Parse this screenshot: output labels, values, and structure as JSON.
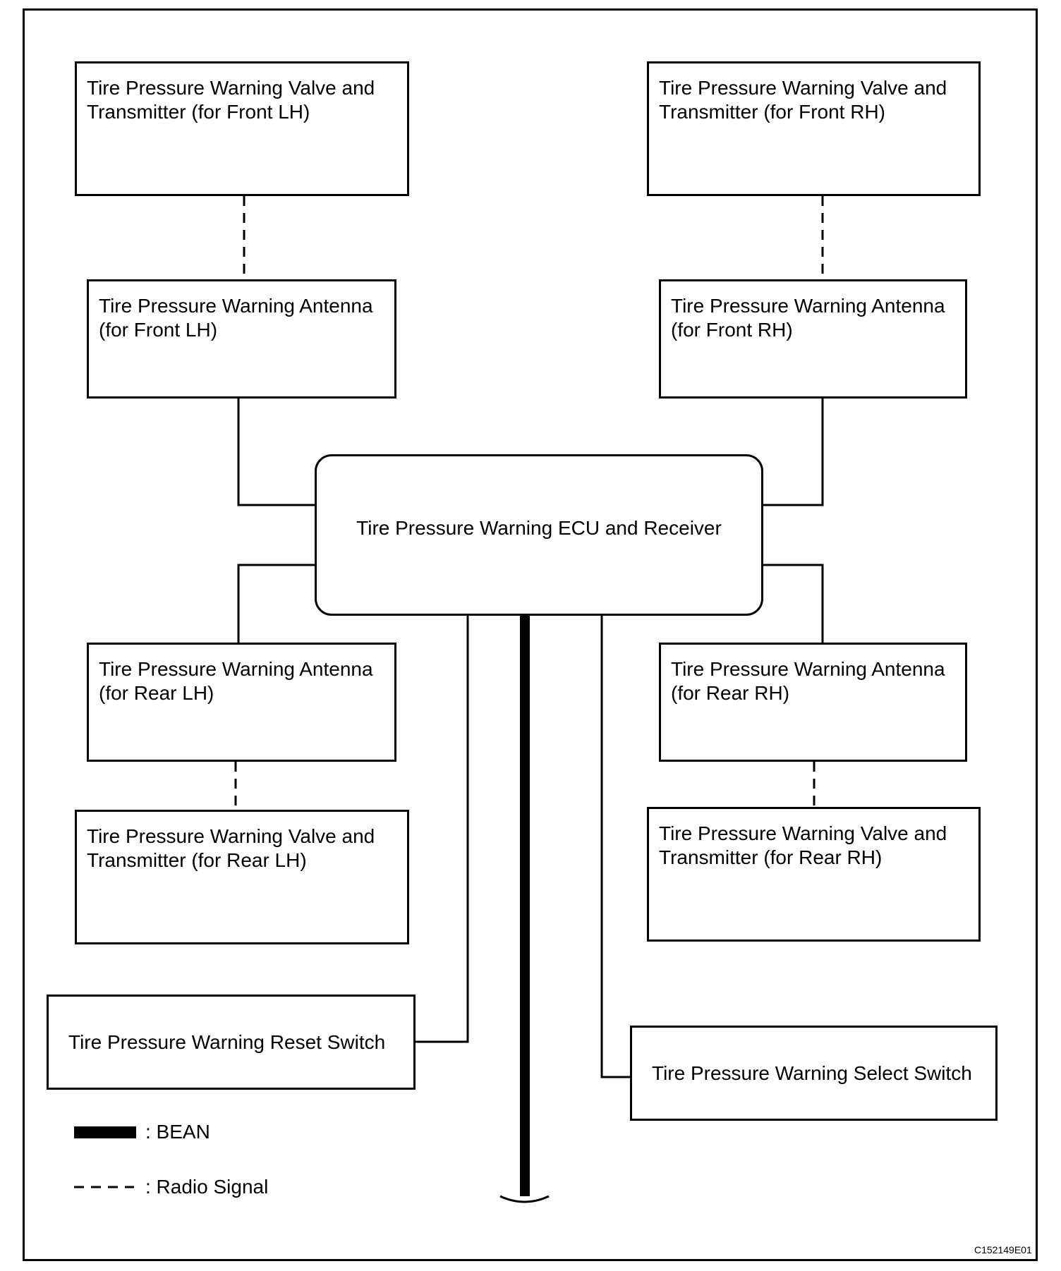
{
  "diagram": {
    "ecu": {
      "label": "Tire Pressure Warning ECU and Receiver"
    },
    "front_lh": {
      "transmitter": {
        "line1": "Tire Pressure Warning Valve and",
        "line2": "Transmitter (for Front LH)"
      },
      "antenna": {
        "line1": "Tire Pressure Warning Antenna",
        "line2": "(for Front LH)"
      }
    },
    "front_rh": {
      "transmitter": {
        "line1": "Tire Pressure Warning Valve and",
        "line2": "Transmitter (for Front RH)"
      },
      "antenna": {
        "line1": "Tire Pressure Warning Antenna",
        "line2": "(for Front RH)"
      }
    },
    "rear_lh": {
      "antenna": {
        "line1": "Tire Pressure Warning Antenna",
        "line2": "(for Rear LH)"
      },
      "transmitter": {
        "line1": "Tire Pressure Warning Valve and",
        "line2": "Transmitter (for Rear LH)"
      }
    },
    "rear_rh": {
      "antenna": {
        "line1": "Tire Pressure Warning Antenna",
        "line2": "(for Rear RH)"
      },
      "transmitter": {
        "line1": "Tire Pressure Warning Valve and",
        "line2": "Transmitter (for Rear RH)"
      }
    },
    "reset_switch": {
      "label": "Tire Pressure Warning Reset Switch"
    },
    "select_switch": {
      "label": "Tire Pressure Warning Select Switch"
    }
  },
  "legend": {
    "bean": ": BEAN",
    "radio": ": Radio Signal"
  },
  "figure_code": "C152149E01"
}
